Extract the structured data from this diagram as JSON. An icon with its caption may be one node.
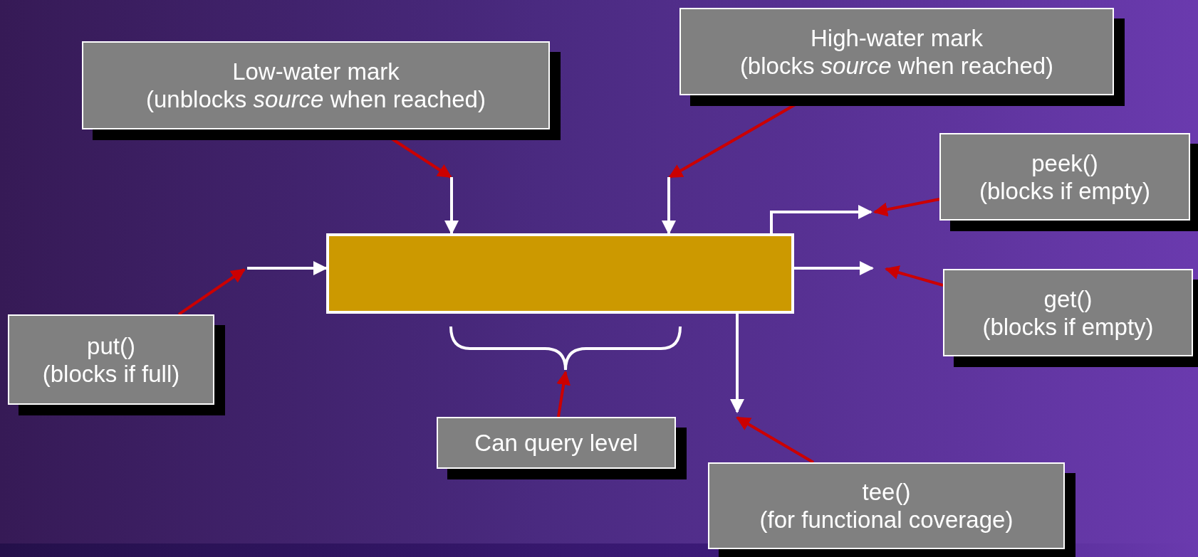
{
  "diagram": {
    "nodes": [
      {
        "text": [
          "Low-water mark",
          "(unblocks *source* when reached)"
        ]
      },
      {
        "text": [
          "High-water mark",
          "(blocks *source* when reached)"
        ]
      },
      {
        "text": [
          "peek()",
          "(blocks if empty)"
        ]
      },
      {
        "text": [
          "get()",
          "(blocks if empty)"
        ]
      },
      {
        "text": [
          "put()",
          "(blocks if full)"
        ]
      },
      {
        "text": [
          "Can query level"
        ]
      },
      {
        "text": [
          "tee()",
          "(for functional coverage)"
        ]
      },
      {
        "text": [],
        "shape": "box"
      },
      {
        "text": [],
        "shape": "brace"
      }
    ],
    "edges": [
      {
        "from": 0,
        "to": null,
        "arrow": "to"
      },
      {
        "from": 1,
        "to": null,
        "arrow": "to"
      },
      {
        "from": 2,
        "to": null,
        "arrow": "to"
      },
      {
        "from": 3,
        "to": null,
        "arrow": "to"
      },
      {
        "from": 4,
        "to": null,
        "arrow": "to"
      },
      {
        "from": 5,
        "to": 8,
        "arrow": "to"
      },
      {
        "from": 6,
        "to": null,
        "arrow": "to"
      },
      {
        "from": null,
        "to": 7,
        "arrow": "to",
        "color": "#ffffff"
      },
      {
        "from": null,
        "to": 7,
        "arrow": "to",
        "color": "#ffffff"
      },
      {
        "from": null,
        "to": 7,
        "arrow": "to",
        "color": "#ffffff"
      },
      {
        "from": 7,
        "to": null,
        "arrow": "to",
        "color": "#ffffff"
      },
      {
        "from": 7,
        "to": null,
        "arrow": "to",
        "color": "#ffffff"
      },
      {
        "from": 7,
        "to": null,
        "arrow": "to",
        "color": "#ffffff"
      }
    ]
  }
}
